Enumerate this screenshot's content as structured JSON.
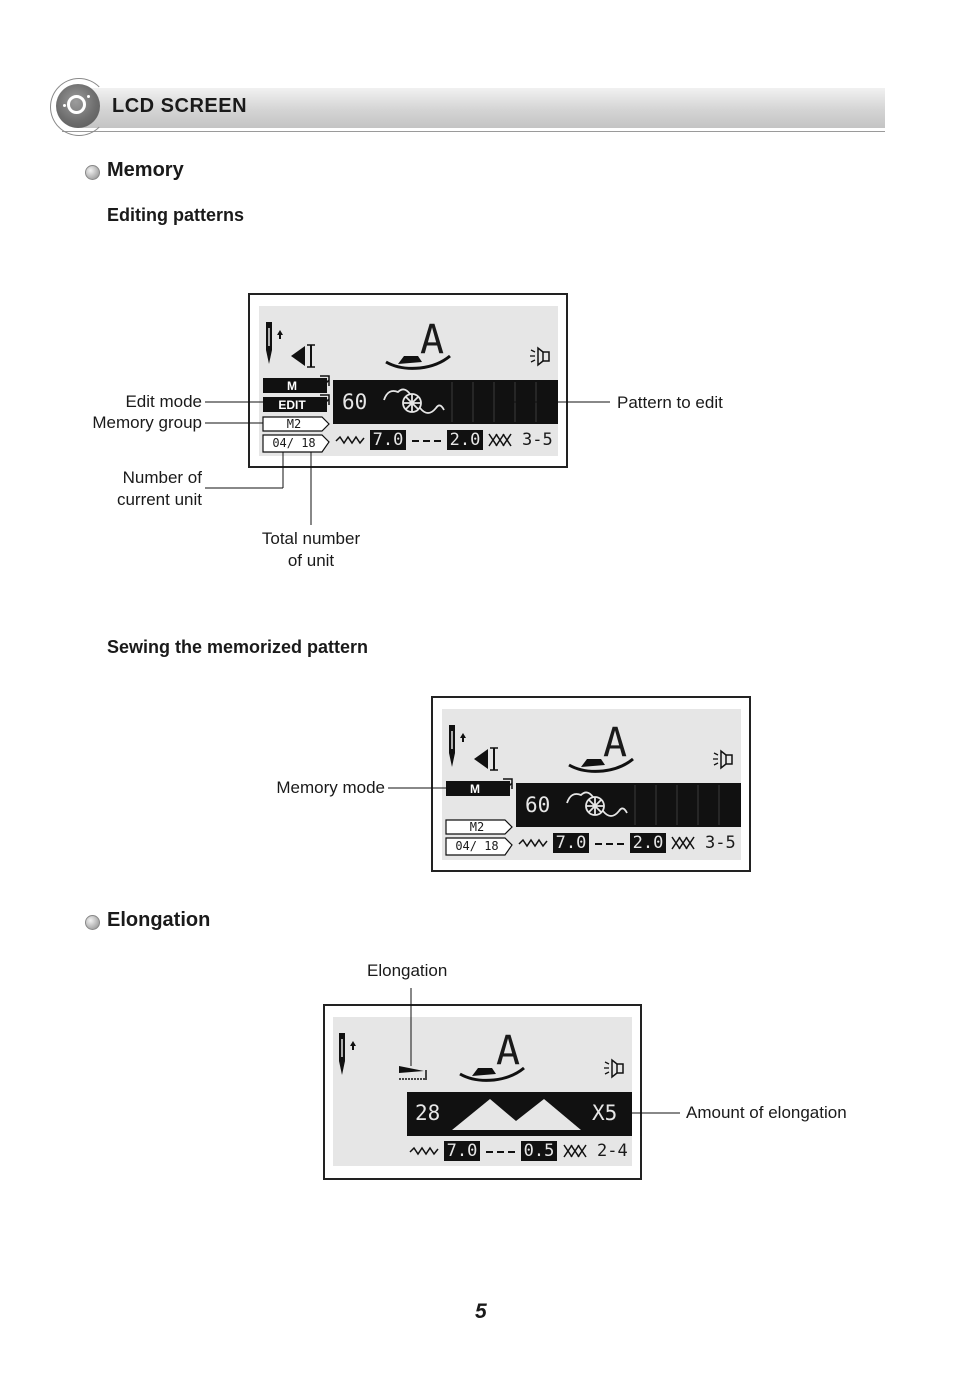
{
  "header": {
    "title": "LCD SCREEN"
  },
  "memory": {
    "title": "Memory",
    "editing": {
      "subtitle": "Editing patterns",
      "callouts": {
        "edit_mode": "Edit mode",
        "memory_group": "Memory group",
        "current_unit": [
          "Number of",
          "current unit"
        ],
        "total_unit": [
          "Total number",
          "of unit"
        ],
        "pattern_to_edit": "Pattern to edit"
      },
      "lcd": {
        "mode_label": "M",
        "edit_label": "EDIT",
        "group": "M2",
        "unit": "04/ 18",
        "pattern_number": "60",
        "foot": "A",
        "width": "7.0",
        "length": "2.0",
        "tension": "3-5"
      }
    },
    "sewing": {
      "subtitle": "Sewing the memorized pattern",
      "callouts": {
        "memory_mode": "Memory mode"
      },
      "lcd": {
        "mode_label": "M",
        "group": "M2",
        "unit": "04/ 18",
        "pattern_number": "60",
        "foot": "A",
        "width": "7.0",
        "length": "2.0",
        "tension": "3-5"
      }
    }
  },
  "elongation": {
    "title": "Elongation",
    "callouts": {
      "elongation": "Elongation",
      "amount": "Amount of elongation"
    },
    "lcd": {
      "pattern_number": "28",
      "amount": "X5",
      "foot": "A",
      "width": "7.0",
      "length": "0.5",
      "tension": "2-4"
    }
  },
  "page_number": "5"
}
